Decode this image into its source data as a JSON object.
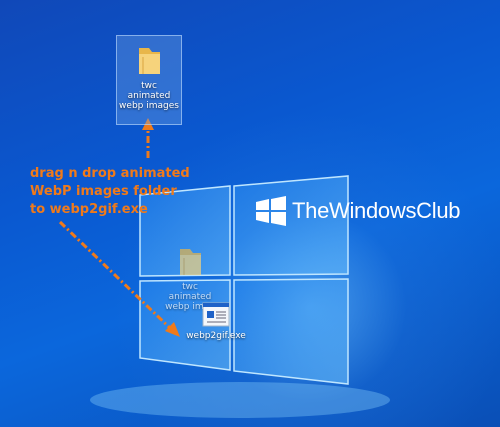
{
  "desktop": {
    "icons": [
      {
        "label_lines": [
          "twc",
          "animated",
          "webp images"
        ],
        "icon": "folder-icon",
        "selected": true
      },
      {
        "label_lines": [
          "twc",
          "animated",
          "webp imag"
        ],
        "icon": "folder-icon",
        "state": "being-dragged"
      },
      {
        "label": "webp2gif.exe",
        "icon": "exe-icon"
      }
    ],
    "annotation": {
      "lines": [
        "drag n drop animated",
        "WebP images folder",
        "to webp2gif.exe"
      ],
      "color": "#f07a1a"
    },
    "watermark": {
      "text": "TheWindowsClub",
      "logo": "twc-logo-icon"
    }
  }
}
